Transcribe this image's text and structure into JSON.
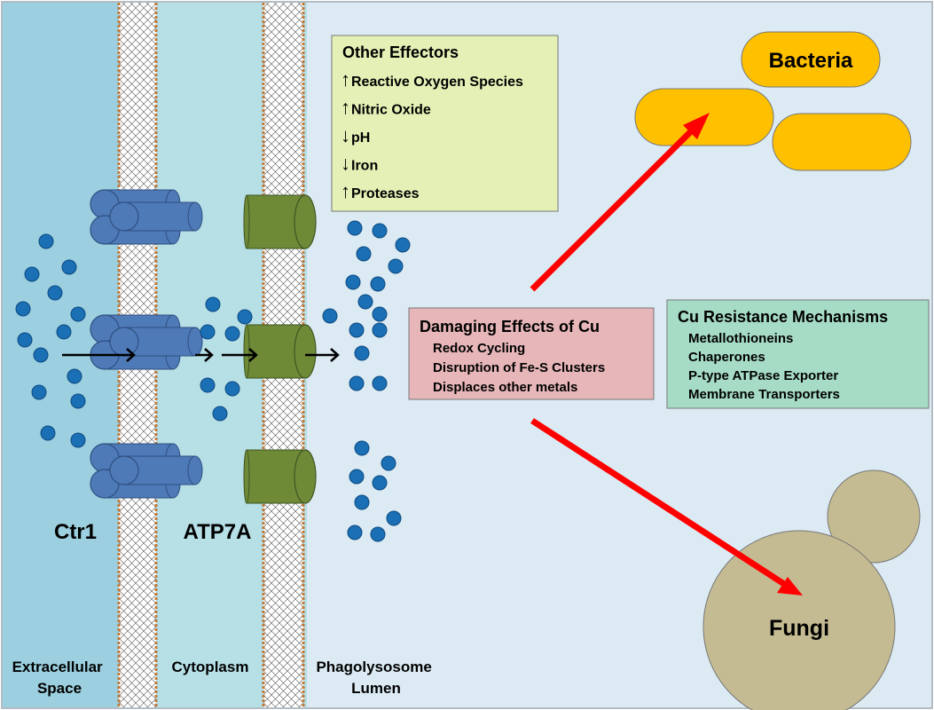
{
  "labels": {
    "extracellular": [
      "Extracellular",
      "Space"
    ],
    "cytoplasm": "Cytoplasm",
    "phagolysosome": [
      "Phagolysosome",
      "Lumen"
    ],
    "ctr1": "Ctr1",
    "atp7a": "ATP7A",
    "bacteria": "Bacteria",
    "fungi": "Fungi"
  },
  "other_effectors": {
    "title": "Other Effectors",
    "items": [
      {
        "arrow": "↑",
        "text": "Reactive Oxygen Species"
      },
      {
        "arrow": "↑",
        "text": "Nitric Oxide"
      },
      {
        "arrow": "↓",
        "text": "pH"
      },
      {
        "arrow": "↓",
        "text": "Iron"
      },
      {
        "arrow": "↑",
        "text": "Proteases"
      }
    ]
  },
  "damaging_effects": {
    "title": "Damaging Effects of Cu",
    "items": [
      "Redox Cycling",
      "Disruption of Fe-S Clusters",
      "Displaces other metals"
    ]
  },
  "resistance": {
    "title": "Cu Resistance Mechanisms",
    "items": [
      "Metallothioneins",
      "Chaperones",
      "P-type ATPase Exporter",
      "Membrane Transporters"
    ]
  },
  "colors": {
    "extracellular": "#9ccfdf",
    "cytoplasm": "#b6dfe6",
    "lumen": "#dbeaf3",
    "ctr1": "#4f7ab8",
    "atp7a": "#6e8a37",
    "copper_ion": "#1a6fb5",
    "bacteria": "#ffc000",
    "fungi": "#c4bb92",
    "arrow_red": "#ff0000",
    "effectors_box": "#e4f0b6",
    "damage_box": "#e6b6b8",
    "resistance_box": "#a6dcc6"
  }
}
